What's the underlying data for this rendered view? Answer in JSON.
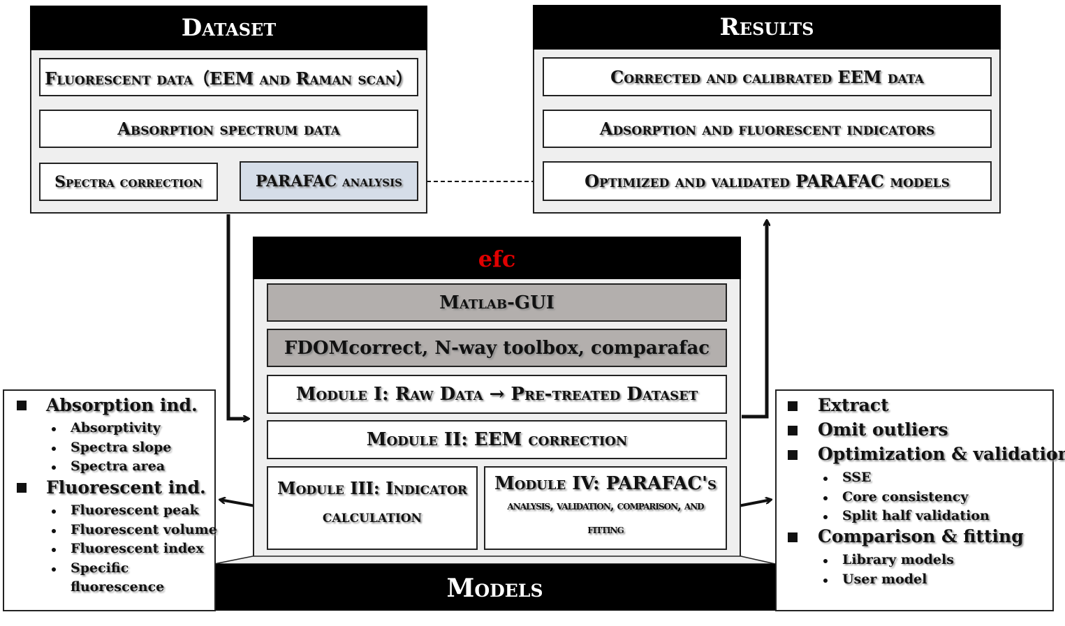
{
  "dataset": {
    "title": "Dataset",
    "fluorescent": "Fluorescent data（EEM and Raman scan）",
    "absorption": "Absorption spectrum data",
    "spectra": "Spectra correction",
    "parafac": "PARAFAC analysis"
  },
  "results": {
    "title": "Results",
    "corrected": "Corrected and calibrated EEM data",
    "indicators": "Adsorption and fluorescent indicators",
    "models": "Optimized and validated PARAFAC models"
  },
  "efc": {
    "title": "efc",
    "title_color": "#e00000",
    "gui": "Matlab-GUI",
    "toolbox": "FDOMcorrect, N-way toolbox, comparafac",
    "m1": "Module I: Raw Data → Pre-treated Dataset",
    "m2": "Module II: EEM correction",
    "m3": "Module III: Indicator calculation",
    "m4_title": "Module IV: PARAFAC's",
    "m4_sub": "analysis, validation, comparison, and fitting",
    "footer": "Models"
  },
  "left": {
    "abs_head": "Absorption ind.",
    "abs_items": [
      "Absorptivity",
      "Spectra slope",
      "Spectra area"
    ],
    "flu_head": "Fluorescent ind.",
    "flu_items": [
      "Fluorescent peak",
      "Fluorescent  volume",
      "Fluorescent index",
      "Specific",
      "fluorescence"
    ]
  },
  "right": {
    "extract": "Extract",
    "omit": "Omit outliers",
    "opt": "Optimization & validation",
    "opt_items": [
      "SSE",
      "Core consistency",
      "Split half validation"
    ],
    "comp": "Comparison & fitting",
    "comp_items": [
      "Library models",
      "User model"
    ]
  }
}
